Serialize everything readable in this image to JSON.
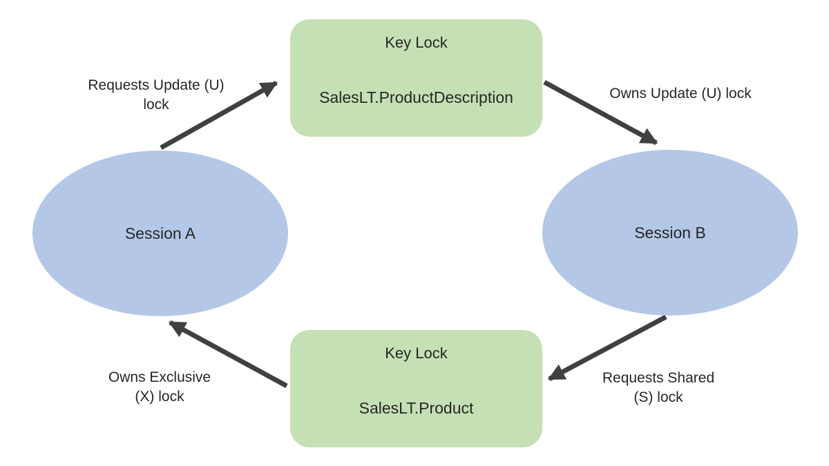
{
  "diagram": {
    "description": "Deadlock diagram between two database sessions",
    "colors": {
      "lock_box_fill": "#c5e0b4",
      "session_fill": "#b4c7e7",
      "arrow": "#404040",
      "text": "#262626",
      "background": "#ffffff"
    },
    "nodes": {
      "top_lock": {
        "title": "Key Lock",
        "subtitle": "SalesLT.ProductDescription"
      },
      "bottom_lock": {
        "title": "Key Lock",
        "subtitle": "SalesLT.Product"
      },
      "session_a": {
        "label": "Session A"
      },
      "session_b": {
        "label": "Session B"
      }
    },
    "edges": {
      "session_a_to_top_lock": {
        "label": "Requests Update (U) lock",
        "from": "Session A",
        "to": "Key Lock SalesLT.ProductDescription"
      },
      "top_lock_to_session_b": {
        "label": "Owns Update (U) lock",
        "from": "Key Lock SalesLT.ProductDescription",
        "to": "Session B"
      },
      "session_b_to_bottom_lock": {
        "label": "Requests Shared (S) lock",
        "from": "Session B",
        "to": "Key Lock SalesLT.Product"
      },
      "bottom_lock_to_session_a": {
        "label": "Owns Exclusive (X) lock",
        "from": "Key Lock SalesLT.Product",
        "to": "Session A"
      }
    }
  }
}
